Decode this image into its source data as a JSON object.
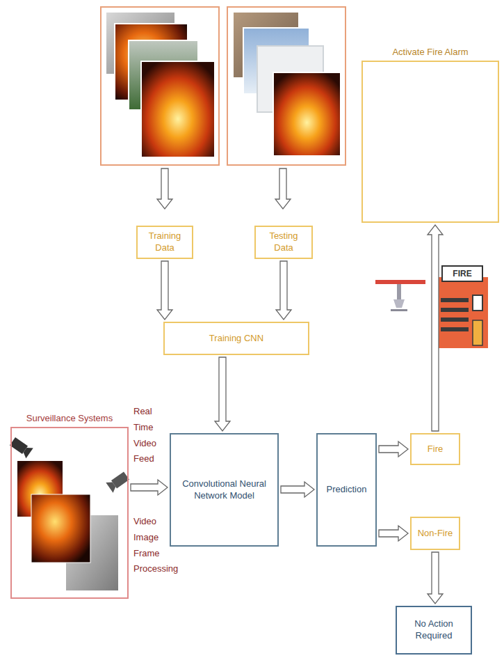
{
  "diagram": {
    "nodes": [
      {
        "text": [
          "Activate Fire Alarm"
        ]
      },
      {
        "text": [
          "Training Data"
        ]
      },
      {
        "text": [
          "Testing Data"
        ]
      },
      {
        "text": [
          "Training CNN"
        ]
      },
      {
        "text": [
          "Surveillance Systems"
        ]
      },
      {
        "text": [
          "Convolutional Neural Network Model"
        ]
      },
      {
        "text": [
          "Prediction"
        ]
      },
      {
        "text": [
          "Fire"
        ]
      },
      {
        "text": [
          "Non-Fire"
        ]
      },
      {
        "text": [
          "No Action Required"
        ]
      }
    ],
    "edges": [
      {
        "from": 1,
        "to": 3,
        "arrow": "to"
      },
      {
        "from": 2,
        "to": 3,
        "arrow": "to"
      },
      {
        "from": 3,
        "to": 5,
        "arrow": "to"
      },
      {
        "from": 4,
        "to": 5,
        "arrow": "to"
      },
      {
        "from": 5,
        "to": 6,
        "arrow": "to"
      },
      {
        "from": 6,
        "to": 7,
        "arrow": "to"
      },
      {
        "from": 6,
        "to": 8,
        "arrow": "to"
      },
      {
        "from": 7,
        "to": 0,
        "arrow": "to"
      },
      {
        "from": 8,
        "to": 9,
        "arrow": "to"
      }
    ],
    "labels": [
      "Real Time Video Feed",
      "Video Image Frame Processing",
      "FIRE"
    ]
  }
}
